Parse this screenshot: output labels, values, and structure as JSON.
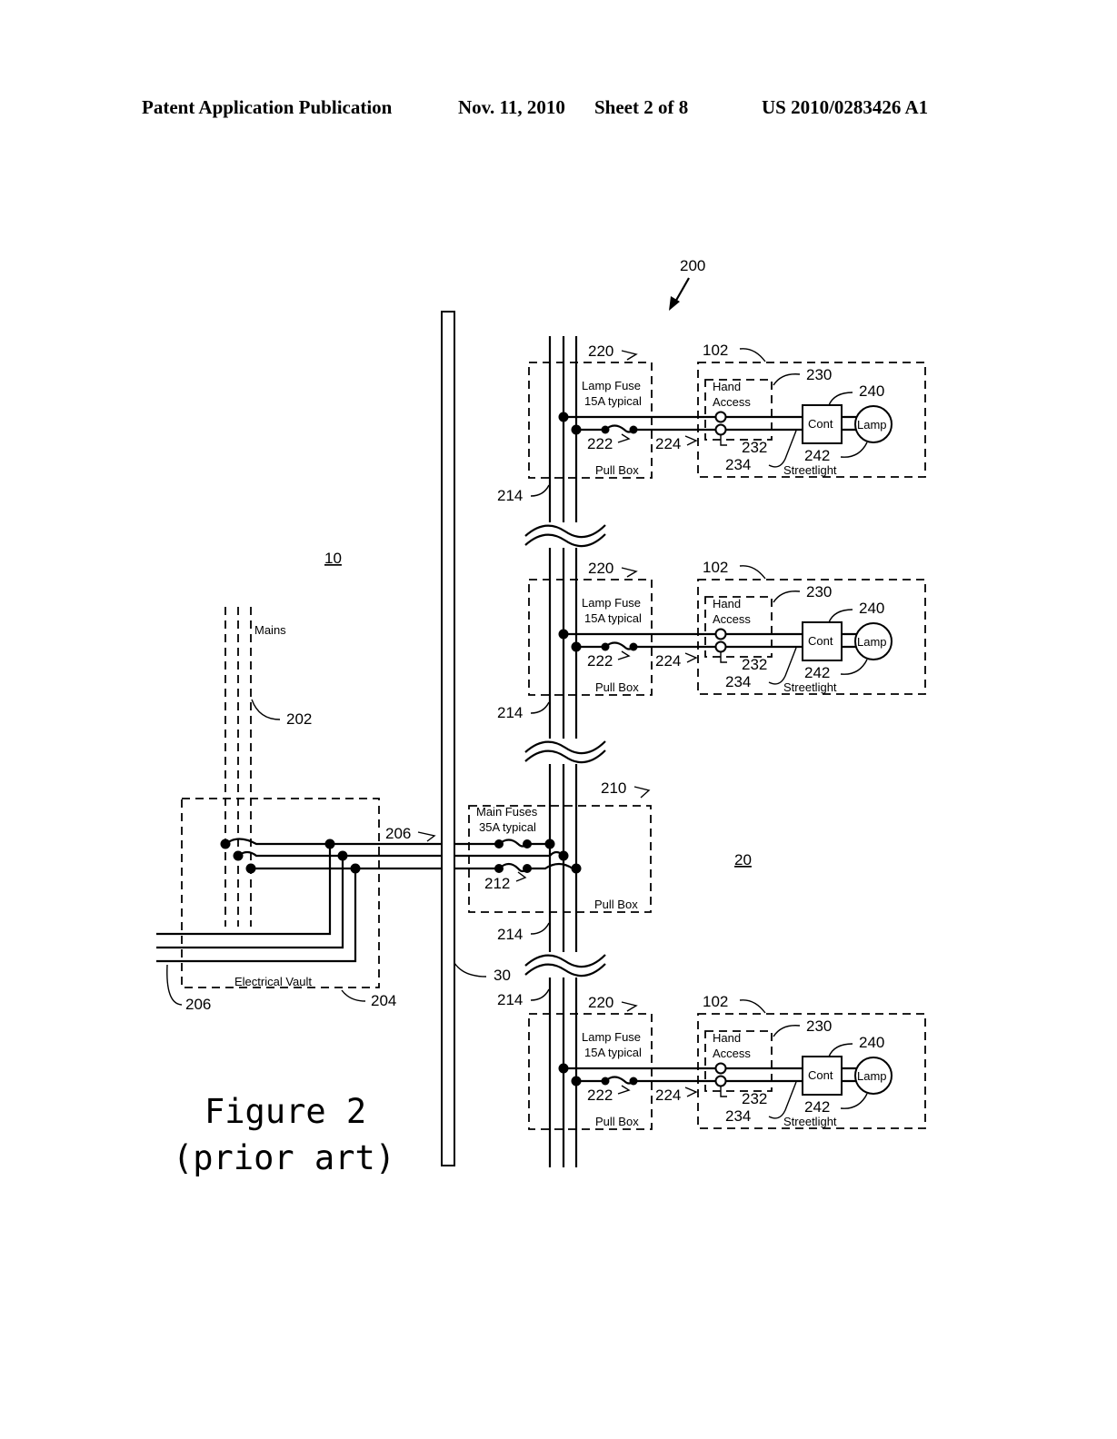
{
  "header": {
    "left": "Patent Application Publication",
    "date": "Nov. 11, 2010",
    "sheet": "Sheet 2 of 8",
    "number": "US 2010/0283426 A1"
  },
  "figure": {
    "caption_line1": "Figure 2",
    "caption_line2": "(prior art)",
    "ref_system": "200",
    "region_left": "10",
    "region_right": "20",
    "mains_label": "Mains",
    "ref_mains": "202",
    "vault": {
      "label": "Electrical Vault",
      "ref": "204",
      "ref_feed": "206",
      "ref_feed_bottom": "206"
    },
    "ref_bus": "30",
    "main_pull_box": {
      "ref": "210",
      "fuse_label_1": "Main Fuses",
      "fuse_label_2": "35A typical",
      "fuse_ref": "212",
      "box_label": "Pull Box",
      "cable_ref": "214"
    },
    "branches": [
      {
        "cable_ref": "214",
        "pull_box_ref": "220",
        "fuse_label_1": "Lamp Fuse",
        "fuse_label_2": "15A typical",
        "fuse_ref": "222",
        "feed_ref": "224",
        "pull_box_label": "Pull Box",
        "streetlight_ref": "102",
        "hand_access_1": "Hand",
        "hand_access_2": "Access",
        "hand_access_ref": "230",
        "terminal_ref": "232",
        "wire_ref": "234",
        "controller_label": "Cont",
        "controller_ref": "240",
        "lamp_label": "Lamp",
        "lamp_ref": "242",
        "streetlight_label": "Streetlight"
      },
      {
        "cable_ref": "214",
        "pull_box_ref": "220",
        "fuse_label_1": "Lamp Fuse",
        "fuse_label_2": "15A typical",
        "fuse_ref": "222",
        "feed_ref": "224",
        "pull_box_label": "Pull Box",
        "streetlight_ref": "102",
        "hand_access_1": "Hand",
        "hand_access_2": "Access",
        "hand_access_ref": "230",
        "terminal_ref": "232",
        "wire_ref": "234",
        "controller_label": "Cont",
        "controller_ref": "240",
        "lamp_label": "Lamp",
        "lamp_ref": "242",
        "streetlight_label": "Streetlight"
      },
      {
        "cable_ref": "214",
        "pull_box_ref": "220",
        "fuse_label_1": "Lamp Fuse",
        "fuse_label_2": "15A typical",
        "fuse_ref": "222",
        "feed_ref": "224",
        "pull_box_label": "Pull Box",
        "streetlight_ref": "102",
        "hand_access_1": "Hand",
        "hand_access_2": "Access",
        "hand_access_ref": "230",
        "terminal_ref": "232",
        "wire_ref": "234",
        "controller_label": "Cont",
        "controller_ref": "240",
        "lamp_label": "Lamp",
        "lamp_ref": "242",
        "streetlight_label": "Streetlight"
      }
    ]
  }
}
